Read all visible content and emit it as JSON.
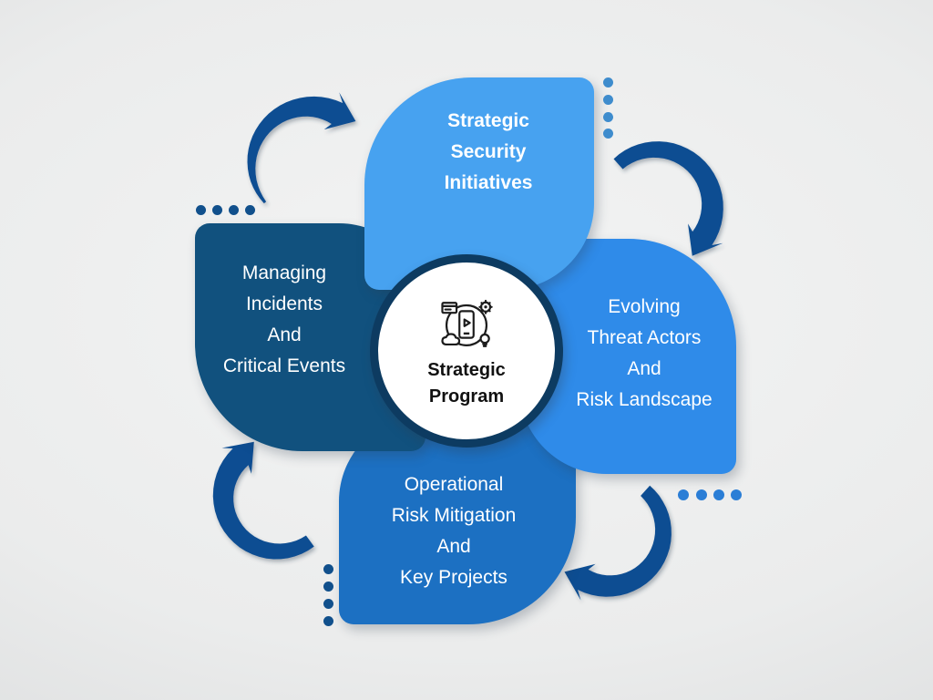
{
  "diagram_title": "Strategic Program",
  "center": {
    "icon": "connected-device-cycle-icon",
    "lines": [
      "Strategic",
      "Program"
    ],
    "ring_color": "#0D3B61",
    "fill_color": "#FFFFFF",
    "text_color": "#111111"
  },
  "petals": [
    {
      "id": "top",
      "lines": [
        "Strategic",
        "Security",
        "Initiatives"
      ],
      "color": "#47A2F0",
      "bold": true
    },
    {
      "id": "right",
      "lines": [
        "Evolving",
        "Threat Actors",
        "And",
        "Risk Landscape"
      ],
      "color": "#2F8BE9",
      "bold": false
    },
    {
      "id": "bottom",
      "lines": [
        "Operational",
        "Risk Mitigation",
        "And",
        "Key Projects"
      ],
      "color": "#1C70C2",
      "bold": false
    },
    {
      "id": "left",
      "lines": [
        "Managing",
        "Incidents",
        "And",
        "Critical Events"
      ],
      "color": "#11517E",
      "bold": false
    }
  ],
  "arrows": {
    "count": 4,
    "color": "#0F4E92"
  },
  "dots": {
    "navy": "#11508C",
    "light": "#3E8CCD",
    "medium": "#2B7ED6"
  },
  "background": {
    "center": "#F3F4F4",
    "edge": "#D6D8D9"
  },
  "petal_text_color": "#FFFFFF"
}
